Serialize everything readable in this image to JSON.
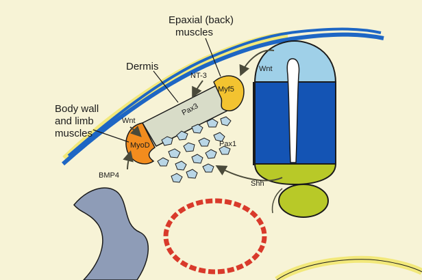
{
  "labels": {
    "epaxial": "Epaxial (back)",
    "epaxial2": "muscles",
    "dermis": "Dermis",
    "nt3": "NT-3",
    "wnt_top": "Wnt",
    "body_wall": "Body wall",
    "and_limb": "and limb",
    "muscles": "muscles",
    "wnt_left": "Wnt",
    "myf5": "Myf5",
    "pax3": "Pax3",
    "myod": "MyoD",
    "pax1": "Pax1",
    "shh": "Shh",
    "bmp4": "BMP4"
  },
  "colors": {
    "background": "#f7f3d6",
    "ectoderm_blue": "#1e66c4",
    "ectoderm_yellow": "#f2e87a",
    "neural_tube_light": "#9fd0e8",
    "neural_tube_dark": "#1454b4",
    "floor_plate": "#b8c928",
    "notochord": "#b8c928",
    "myotome_orange": "#f28c1e",
    "myf5_yellow": "#f3c330",
    "dermis_grey": "#d8dcc8",
    "sclerotome_cell": "#b9d6e6",
    "endoderm_grey": "#8e9cb7",
    "aorta_red": "#d93a2b",
    "arrow": "#4a4a3a"
  }
}
